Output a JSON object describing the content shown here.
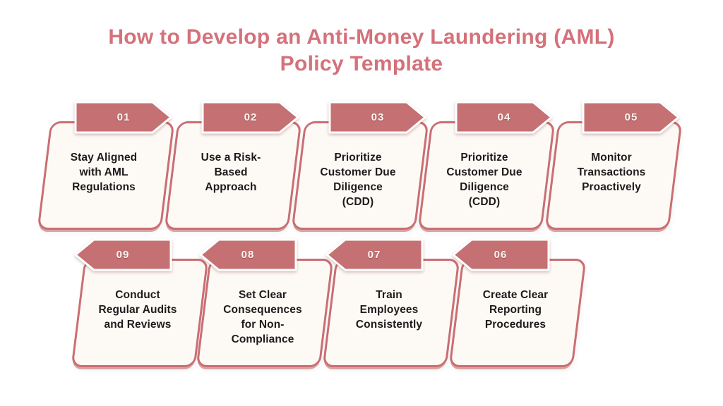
{
  "title": "How to Develop an Anti-Money Laundering (AML)\nPolicy Template",
  "colors": {
    "bg": "#ffffff",
    "accent_title": "#d4717a",
    "banner_fill": "#c57072",
    "banner_text": "#faf6f2",
    "card_border": "#ca6e72",
    "card_fill": "#fdfaf6",
    "card_shadow": "#dba3a3",
    "label_text": "#1d1b1b"
  },
  "rows": [
    {
      "direction": "right",
      "steps": [
        {
          "number": "01",
          "label": "Stay Aligned\nwith AML\nRegulations"
        },
        {
          "number": "02",
          "label": "Use a Risk-\nBased\nApproach"
        },
        {
          "number": "03",
          "label": "Prioritize\nCustomer Due\nDiligence\n(CDD)"
        },
        {
          "number": "04",
          "label": "Prioritize\nCustomer Due\nDiligence\n(CDD)"
        },
        {
          "number": "05",
          "label": "Monitor\nTransactions\nProactively"
        }
      ]
    },
    {
      "direction": "left",
      "steps": [
        {
          "number": "09",
          "label": "Conduct\nRegular Audits\nand Reviews"
        },
        {
          "number": "08",
          "label": "Set Clear\nConsequences\nfor Non-\nCompliance"
        },
        {
          "number": "07",
          "label": "Train\nEmployees\nConsistently"
        },
        {
          "number": "06",
          "label": "Create Clear\nReporting\nProcedures"
        }
      ]
    }
  ]
}
